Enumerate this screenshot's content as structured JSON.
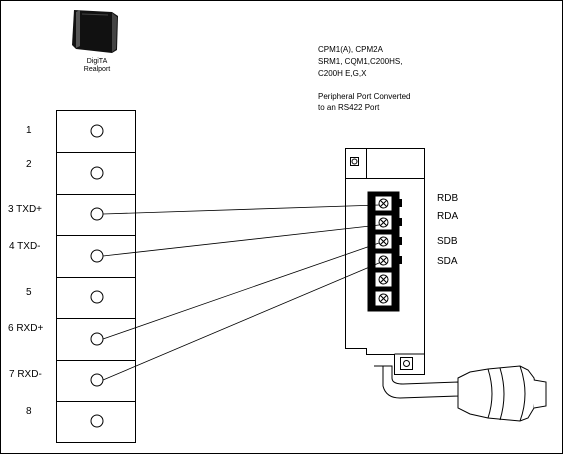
{
  "device": {
    "brand": "DigiTA",
    "name": "Realport"
  },
  "plc_models": [
    "CPM1(A), CPM2A",
    "SRM1, CQM1,C200HS,",
    "C200H E,G,X"
  ],
  "port_note": [
    "Peripheral Port Converted",
    "to an RS422 Port"
  ],
  "pins": [
    "1",
    "2",
    "3 TXD+",
    "4 TXD-",
    "5",
    "6 RXD+",
    "7 RXD-",
    "8"
  ],
  "signals": [
    "RDB",
    "RDA",
    "SDB",
    "SDA"
  ],
  "colors": {
    "stroke": "#000000",
    "device_body": "#111111",
    "background": "#ffffff"
  }
}
